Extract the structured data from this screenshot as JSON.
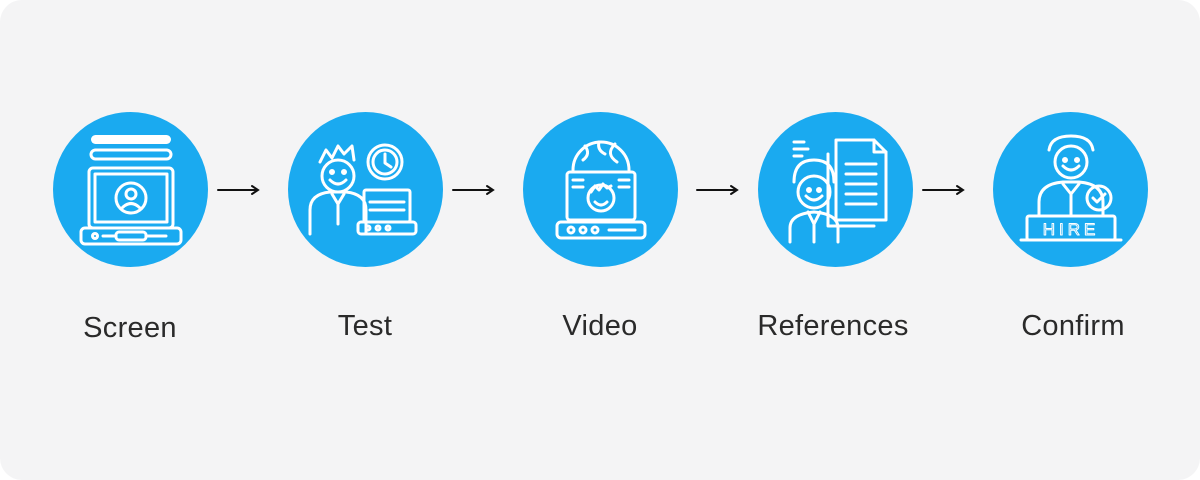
{
  "colors": {
    "accent": "#1aaaf0",
    "icon_line": "#ffffff",
    "arrow": "#111111",
    "text": "#2a2a2a",
    "panel": "#f4f4f5"
  },
  "steps": [
    {
      "label": "Screen",
      "icon": "laptop-profile-icon"
    },
    {
      "label": "Test",
      "icon": "candidate-clock-laptop-icon"
    },
    {
      "label": "Video",
      "icon": "video-call-laptop-icon"
    },
    {
      "label": "References",
      "icon": "person-documents-icon"
    },
    {
      "label": "Confirm",
      "icon": "hire-desk-check-icon"
    }
  ],
  "hire_sign": "HIRE"
}
